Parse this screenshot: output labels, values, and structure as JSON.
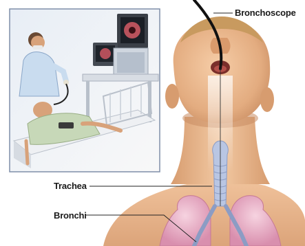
{
  "labels": {
    "bronchoscope": "Bronchoscope",
    "trachea": "Trachea",
    "bronchi": "Bronchi"
  },
  "inset": {
    "description_icons": [
      "doctor-figure",
      "monitor-icon",
      "hospital-bed-icon",
      "patient-figure"
    ]
  },
  "colors": {
    "skin": "#e9b98f",
    "skin_shadow": "#c98d62",
    "scrubs": "#c9dcef",
    "lungs": "#e9b3c9",
    "trachea": "#b9c6e3",
    "scope": "#111111",
    "inset_bg": "#f2f4f8",
    "inset_border": "#7f8ea8"
  }
}
